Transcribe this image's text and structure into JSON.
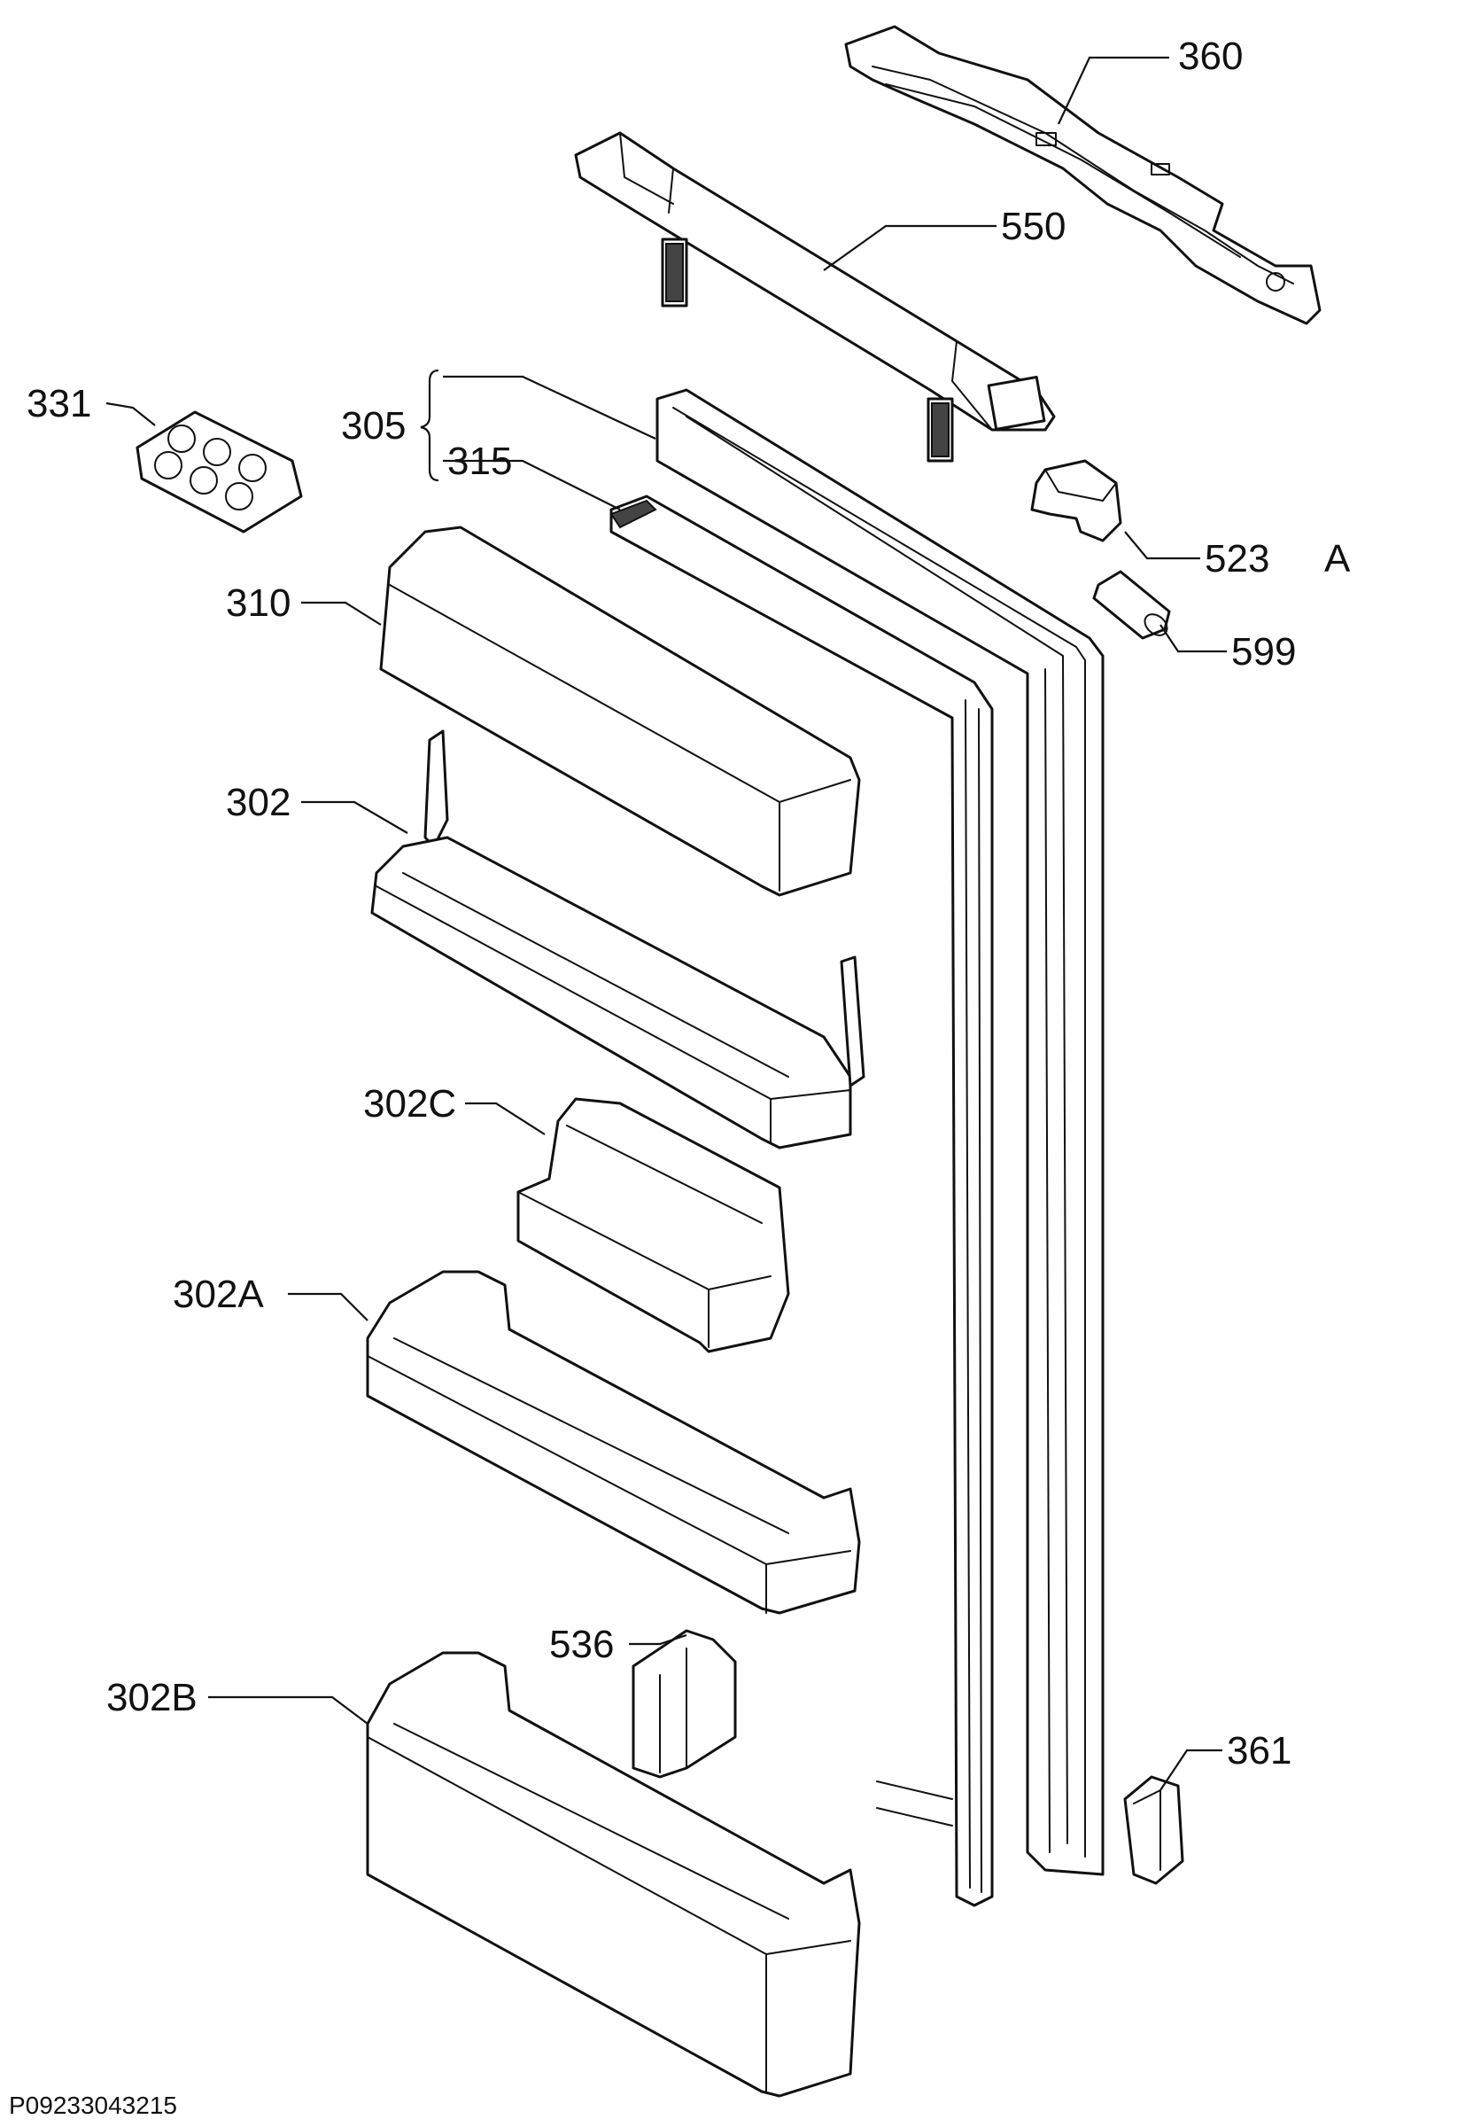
{
  "diagram": {
    "labels": {
      "p360": "360",
      "p550": "550",
      "p331": "331",
      "p305": "305",
      "p315": "315",
      "p523a": "523",
      "p523a_suffix": "A",
      "p599": "599",
      "p310": "310",
      "p302": "302",
      "p302c": "302C",
      "p302a": "302A",
      "p536": "536",
      "p302b": "302B",
      "p361": "361"
    },
    "drawing_code": "P09233043215"
  }
}
